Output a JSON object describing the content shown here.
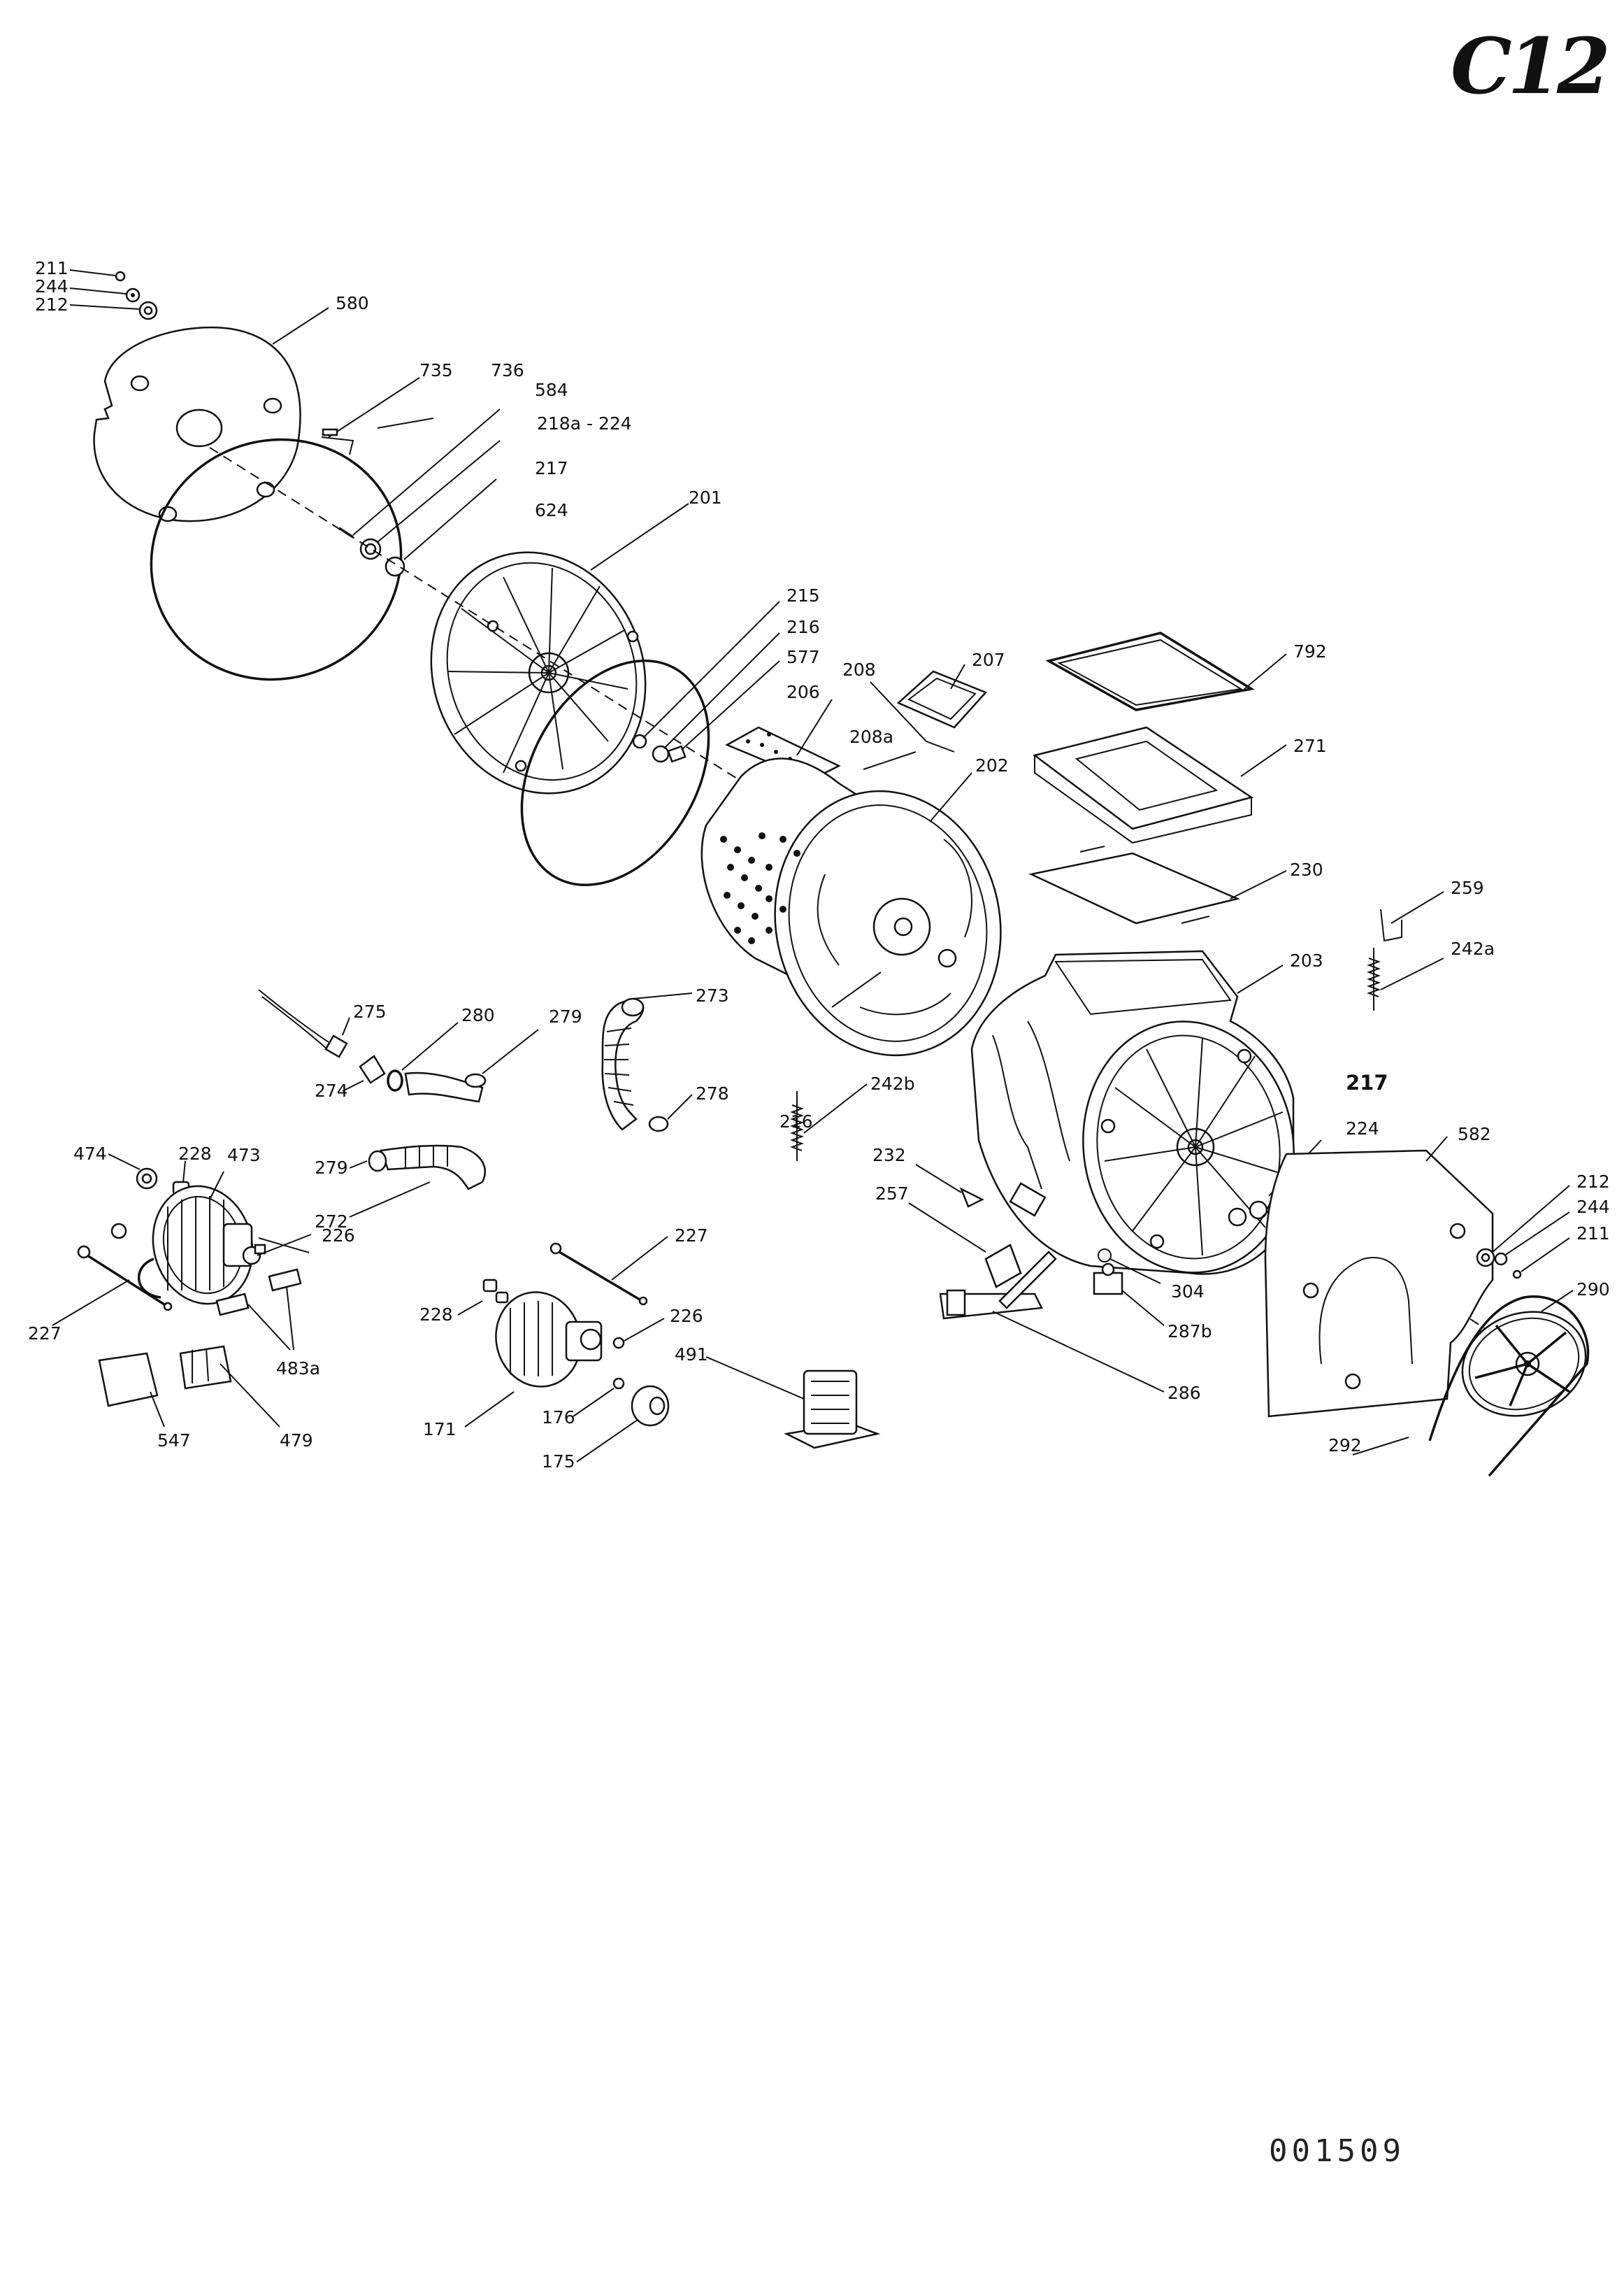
{
  "sheet": {
    "corner_code": "C12",
    "doc_number": "001509"
  },
  "labels": {
    "l211a": "211",
    "l244a": "244",
    "l212a": "212",
    "l580": "580",
    "l735": "735",
    "l736": "736",
    "l584": "584",
    "l218a224": "218a - 224",
    "l217a": "217",
    "l624": "624",
    "l201": "201",
    "l215": "215",
    "l216a": "216",
    "l577": "577",
    "l208": "208",
    "l207": "207",
    "l206": "206",
    "l208a": "208a",
    "l202": "202",
    "l792": "792",
    "l271": "271",
    "l230": "230",
    "l259": "259",
    "l242a": "242a",
    "l203": "203",
    "l217b": "217",
    "l224": "224",
    "l582": "582",
    "l212b": "212",
    "l244b": "244",
    "l211b": "211",
    "l290": "290",
    "l292": "292",
    "l216b": "216",
    "l275": "275",
    "l280": "280",
    "l279a": "279",
    "l273": "273",
    "l274": "274",
    "l278": "278",
    "l279b": "279",
    "l272": "272",
    "l242b": "242b",
    "l232": "232",
    "l257": "257",
    "l304": "304",
    "l287b": "287b",
    "l286": "286",
    "l474": "474",
    "l228a": "228",
    "l473": "473",
    "l226a": "226",
    "l227a": "227",
    "l483a": "483a",
    "l547": "547",
    "l479": "479",
    "l227b": "227",
    "l228b": "228",
    "l226b": "226",
    "l171": "171",
    "l176": "176",
    "l175": "175",
    "l491": "491"
  }
}
